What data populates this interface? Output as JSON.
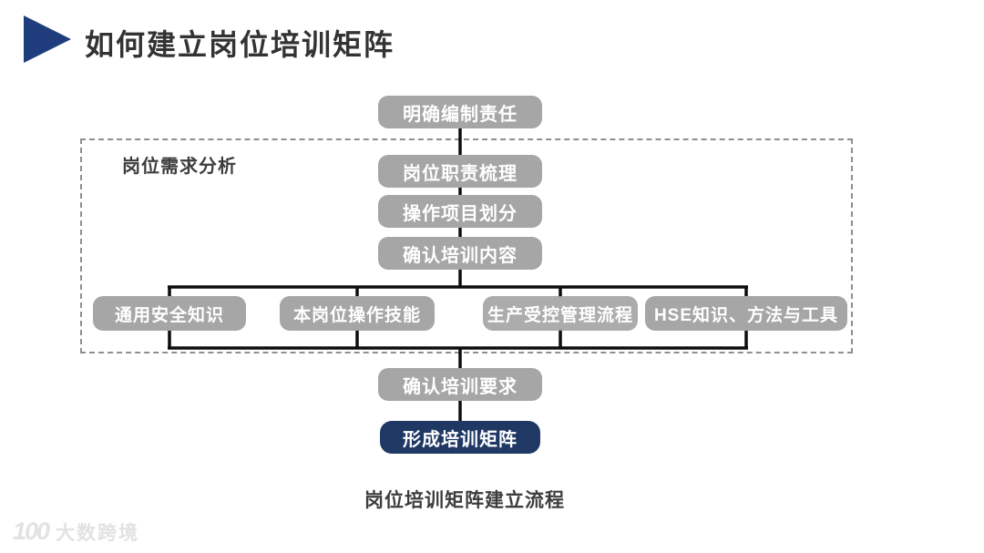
{
  "page": {
    "title": "如何建立岗位培训矩阵",
    "caption": "岗位培训矩阵建立流程",
    "watermark_mark": "100",
    "watermark_text": "大数跨境"
  },
  "colors": {
    "accent_navy": "#1f3864",
    "triangle_navy": "#1f3d7d",
    "node_gray": "#a6a6a6",
    "connector_black": "#0d0d0d",
    "dashed_border_gray": "#8f8f8f",
    "text_dark_gray": "#3d3d3d"
  },
  "flow": {
    "group_label": "岗位需求分析",
    "nodes": {
      "step1": "明确编制责任",
      "step2": "岗位职责梳理",
      "step3": "操作项目划分",
      "step4": "确认培训内容",
      "branch1": "通用安全知识",
      "branch2": "本岗位操作技能",
      "branch3": "生产受控管理流程",
      "branch4": "HSE知识、方法与工具",
      "step5": "确认培训要求",
      "step6": "形成培训矩阵"
    }
  }
}
